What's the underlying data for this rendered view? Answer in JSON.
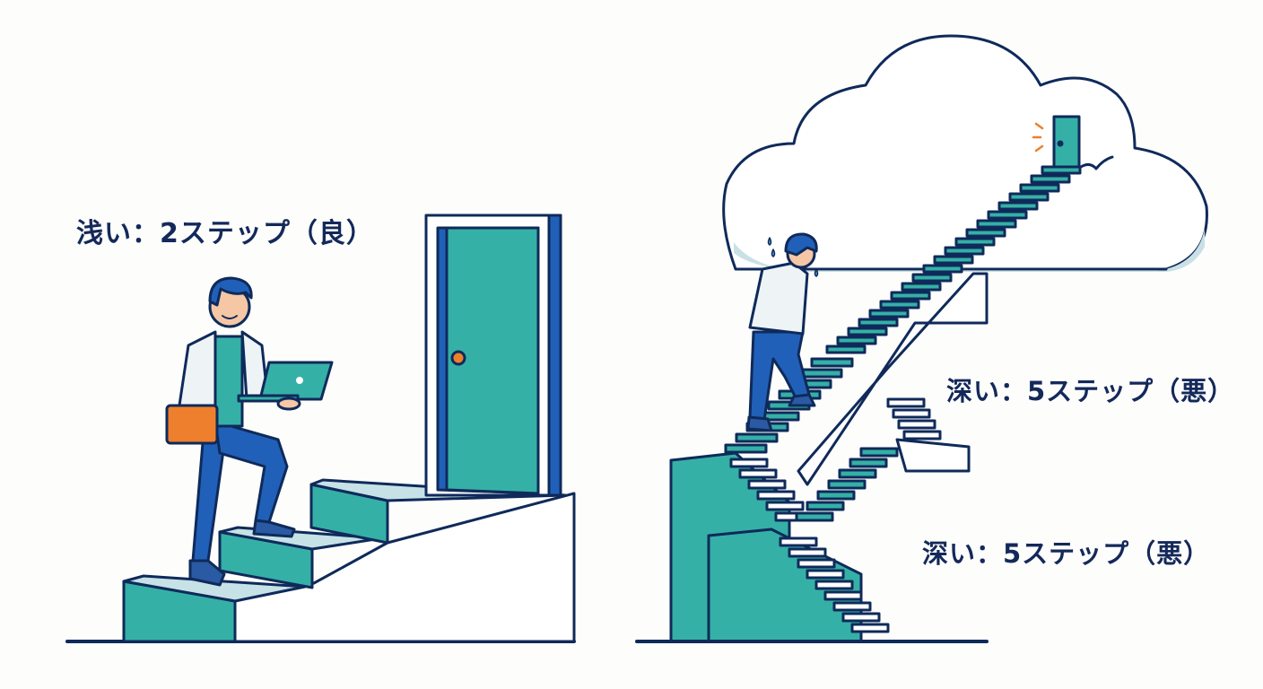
{
  "left_panel": {
    "label": "浅い：2ステップ（良）",
    "step_count": 2,
    "verdict": "good"
  },
  "right_panel": {
    "labels": [
      "深い：5ステップ（悪）",
      "深い：5ステップ（悪）"
    ],
    "step_count": 5,
    "verdict": "bad"
  },
  "colors": {
    "outline": "#0f2a5a",
    "teal": "#35b0a6",
    "step_top": "#c7e2e6",
    "blue": "#2060b8",
    "orange": "#ee7f2d",
    "cloud_shadow": "#c9e0e6",
    "background": "#fdfdfc"
  }
}
